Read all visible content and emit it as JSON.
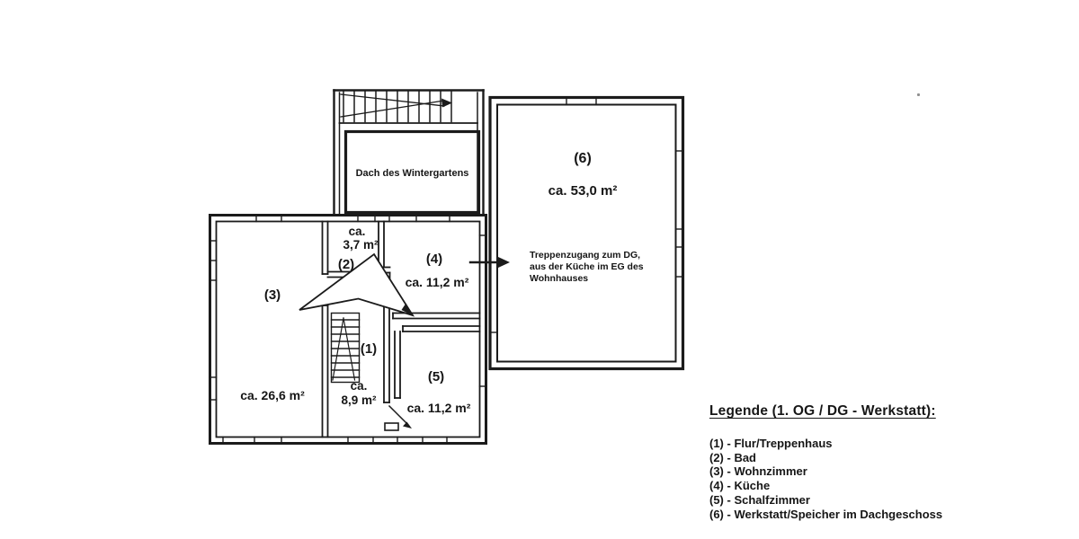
{
  "plan": {
    "rooms": {
      "r1": {
        "number": "(1)",
        "area_prefix": "ca.",
        "area_value": "8,9 m²"
      },
      "r2": {
        "number": "(2)",
        "area_prefix": "ca.",
        "area_value": "3,7 m²"
      },
      "r3": {
        "number": "(3)",
        "area": "ca. 26,6 m²"
      },
      "r4": {
        "number": "(4)",
        "area": "ca. 11,2 m²"
      },
      "r5": {
        "number": "(5)",
        "area": "ca. 11,2 m²"
      },
      "r6": {
        "number": "(6)",
        "area": "ca. 53,0 m²"
      }
    },
    "labels": {
      "wintergarten_roof": "Dach des Wintergartens",
      "stair_access_line1": "Treppenzugang zum DG,",
      "stair_access_line2": "aus der Küche im EG des",
      "stair_access_line3": "Wohnhauses"
    }
  },
  "legend": {
    "title": "Legende (1. OG / DG - Werkstatt):",
    "items": [
      "(1) - Flur/Treppenhaus",
      "(2) - Bad",
      "(3) - Wohnzimmer",
      "(4) - Küche",
      "(5) - Schalfzimmer",
      "(6) - Werkstatt/Speicher im Dachgeschoss"
    ]
  },
  "colors": {
    "ink": "#1b1b1b",
    "paper": "#ffffff"
  }
}
